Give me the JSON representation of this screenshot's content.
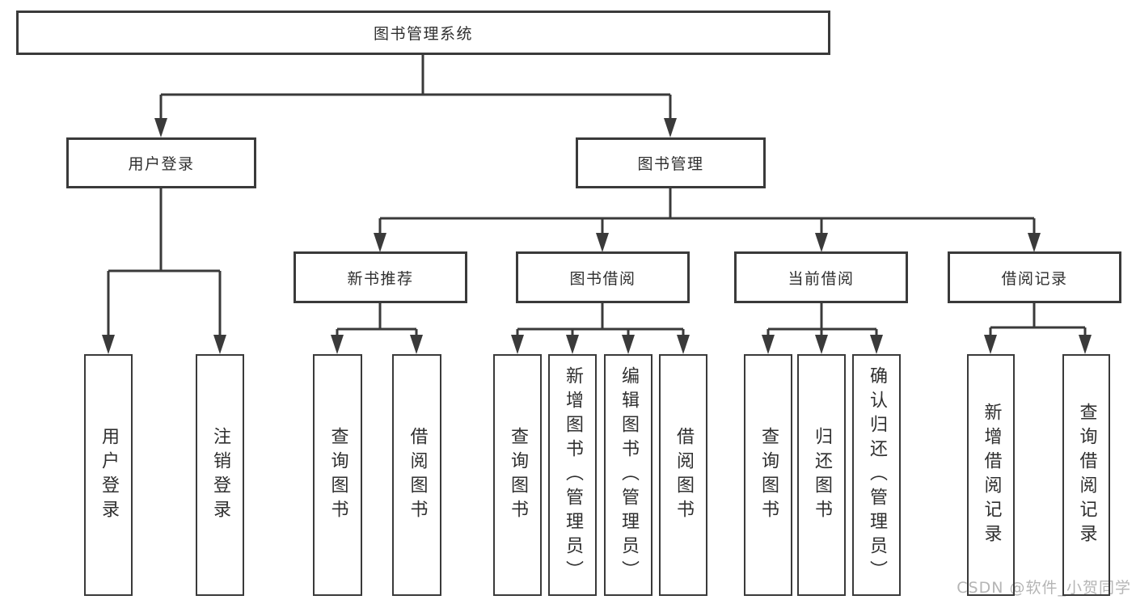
{
  "diagram": {
    "type": "hierarchy-diagram",
    "title": "图书管理系统",
    "watermark": "CSDN @软件_小贺同学",
    "colors": {
      "line": "#3a3a3a",
      "box_border": "#3a3a3a",
      "text": "#2f2f2f",
      "background": "#ffffff",
      "watermark": "#b5b5b5"
    },
    "nodes": {
      "root": {
        "label": "图书管理系统"
      },
      "user_login": {
        "label": "用户登录"
      },
      "book_mgmt": {
        "label": "图书管理"
      },
      "leaf_user_login": {
        "label": "用户登录"
      },
      "leaf_logout": {
        "label": "注销登录"
      },
      "new_book_rec": {
        "label": "新书推荐"
      },
      "book_borrow": {
        "label": "图书借阅"
      },
      "current_borrow": {
        "label": "当前借阅"
      },
      "borrow_records": {
        "label": "借阅记录"
      },
      "rec_query_books": {
        "label": "查询图书"
      },
      "rec_borrow_books": {
        "label": "借阅图书"
      },
      "bb_query_books": {
        "label": "查询图书"
      },
      "bb_add_books": {
        "label": "新增图书（管理员）"
      },
      "bb_edit_books": {
        "label": "编辑图书（管理员）"
      },
      "bb_borrow_books": {
        "label": "借阅图书"
      },
      "cb_query_books": {
        "label": "查询图书"
      },
      "cb_return_books": {
        "label": "归还图书"
      },
      "cb_confirm_return": {
        "label": "确认归还（管理员）"
      },
      "br_add_record": {
        "label": "新增借阅记录"
      },
      "br_query_record": {
        "label": "查询借阅记录"
      }
    },
    "hierarchy": {
      "图书管理系统": {
        "用户登录": [
          "用户登录",
          "注销登录"
        ],
        "图书管理": {
          "新书推荐": [
            "查询图书",
            "借阅图书"
          ],
          "图书借阅": [
            "查询图书",
            "新增图书（管理员）",
            "编辑图书（管理员）",
            "借阅图书"
          ],
          "当前借阅": [
            "查询图书",
            "归还图书",
            "确认归还（管理员）"
          ],
          "借阅记录": [
            "新增借阅记录",
            "查询借阅记录"
          ]
        }
      }
    }
  }
}
